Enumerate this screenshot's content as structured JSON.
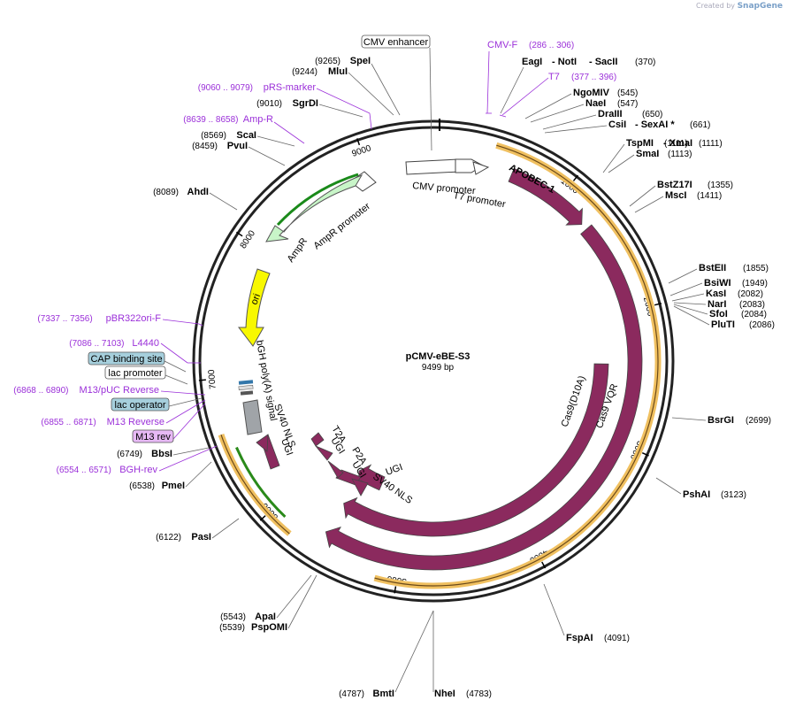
{
  "credit": {
    "prefix": "Created by",
    "brand": "SnapGene"
  },
  "plasmid": {
    "name": "pCMV-eBE-S3",
    "size": "9499 bp"
  },
  "ticks": [
    "1000",
    "2000",
    "3000",
    "4000",
    "5000",
    "6000",
    "7000",
    "8000",
    "9000"
  ],
  "enzymes": [
    {
      "name": "SpeI",
      "pos": "(9265)"
    },
    {
      "name": "MluI",
      "pos": "(9244)"
    },
    {
      "name": "SgrDI",
      "pos": "(9010)"
    },
    {
      "name": "ScaI",
      "pos": "(8569)"
    },
    {
      "name": "PvuI",
      "pos": "(8459)"
    },
    {
      "name": "AhdI",
      "pos": "(8089)"
    },
    {
      "name": "BbsI",
      "pos": "(6749)"
    },
    {
      "name": "PmeI",
      "pos": "(6538)"
    },
    {
      "name": "PasI",
      "pos": "(6122)"
    },
    {
      "name": "ApaI",
      "pos": "(5543)"
    },
    {
      "name": "PspOMI",
      "pos": "(5539)"
    },
    {
      "name": "BmtI",
      "pos": "(4787)"
    },
    {
      "name": "NheI",
      "pos": "(4783)"
    },
    {
      "name": "FspAI",
      "pos": "(4091)"
    },
    {
      "name": "PshAI",
      "pos": "(3123)"
    },
    {
      "name": "BsrGI",
      "pos": "(2699)"
    },
    {
      "name": "BstEII",
      "pos": "(1855)"
    },
    {
      "name": "BsiWI",
      "pos": "(1949)"
    },
    {
      "name": "KasI",
      "pos": "(2082)"
    },
    {
      "name": "NarI",
      "pos": "(2083)"
    },
    {
      "name": "SfoI",
      "pos": "(2084)"
    },
    {
      "name": "PluTI",
      "pos": "(2086)"
    },
    {
      "name": "BstZ17I",
      "pos": "(1355)"
    },
    {
      "name": "MscI",
      "pos": "(1411)"
    },
    {
      "name": "TspMI",
      "pos": "(1111)"
    },
    {
      "name": "XmaI",
      "pos": "(1111)"
    },
    {
      "name": "SmaI",
      "pos": "(1113)"
    },
    {
      "name": "CsiI",
      "pos": ""
    },
    {
      "name": "SexAI",
      "pos": "(661)"
    },
    {
      "name": "DraIII",
      "pos": "(650)"
    },
    {
      "name": "NaeI",
      "pos": "(547)"
    },
    {
      "name": "NgoMIV",
      "pos": "(545)"
    },
    {
      "name": "EagI",
      "pos": ""
    },
    {
      "name": "NotI",
      "pos": ""
    },
    {
      "name": "SacII",
      "pos": "(370)"
    }
  ],
  "primers": [
    {
      "name": "CMV-F",
      "pos": "(286 .. 306)"
    },
    {
      "name": "T7",
      "pos": "(377 .. 396)"
    },
    {
      "name": "pRS-marker",
      "pos": "(9060 .. 9079)"
    },
    {
      "name": "Amp-R",
      "pos": "(8639 .. 8658)"
    },
    {
      "name": "pBR322ori-F",
      "pos": "(7337 .. 7356)"
    },
    {
      "name": "L4440",
      "pos": "(7086 .. 7103)"
    },
    {
      "name": "M13/pUC Reverse",
      "pos": "(6868 .. 6890)"
    },
    {
      "name": "M13 Reverse",
      "pos": "(6855 .. 6871)"
    },
    {
      "name": "BGH-rev",
      "pos": "(6554 .. 6571)"
    }
  ],
  "boxes": {
    "cmv_enhancer": "CMV enhancer",
    "cap_site": "CAP binding site",
    "lac_promoter": "lac promoter",
    "lac_operator": "lac operator",
    "m13_rev": "M13 rev"
  },
  "features": {
    "apobec": "APOBEC-1",
    "cas9_d10a": "Cas9(D10A)",
    "cas9_vqr": "Cas9 VQR",
    "ugi": "UGI",
    "t2a": "T2A",
    "p2a": "P2A",
    "sv40_nls": "SV40 NLS",
    "bgh": "bGH poly(A) signal",
    "ori": "ori",
    "ampr": "AmpR",
    "ampr_promoter": "AmpR promoter",
    "cmv_promoter": "CMV promoter",
    "t7_promoter": "T7 promoter"
  },
  "colors": {
    "protein": "#8b2a5e",
    "orf": "#f0c060",
    "ampr": "#c8f5c8",
    "ori": "#f8f800",
    "promoter": "#ffffff",
    "primer": "#9b30d9",
    "polyA": "#a0a4a8",
    "protein_box": "#a6cfdc",
    "primer_box": "#e7b9f5"
  }
}
